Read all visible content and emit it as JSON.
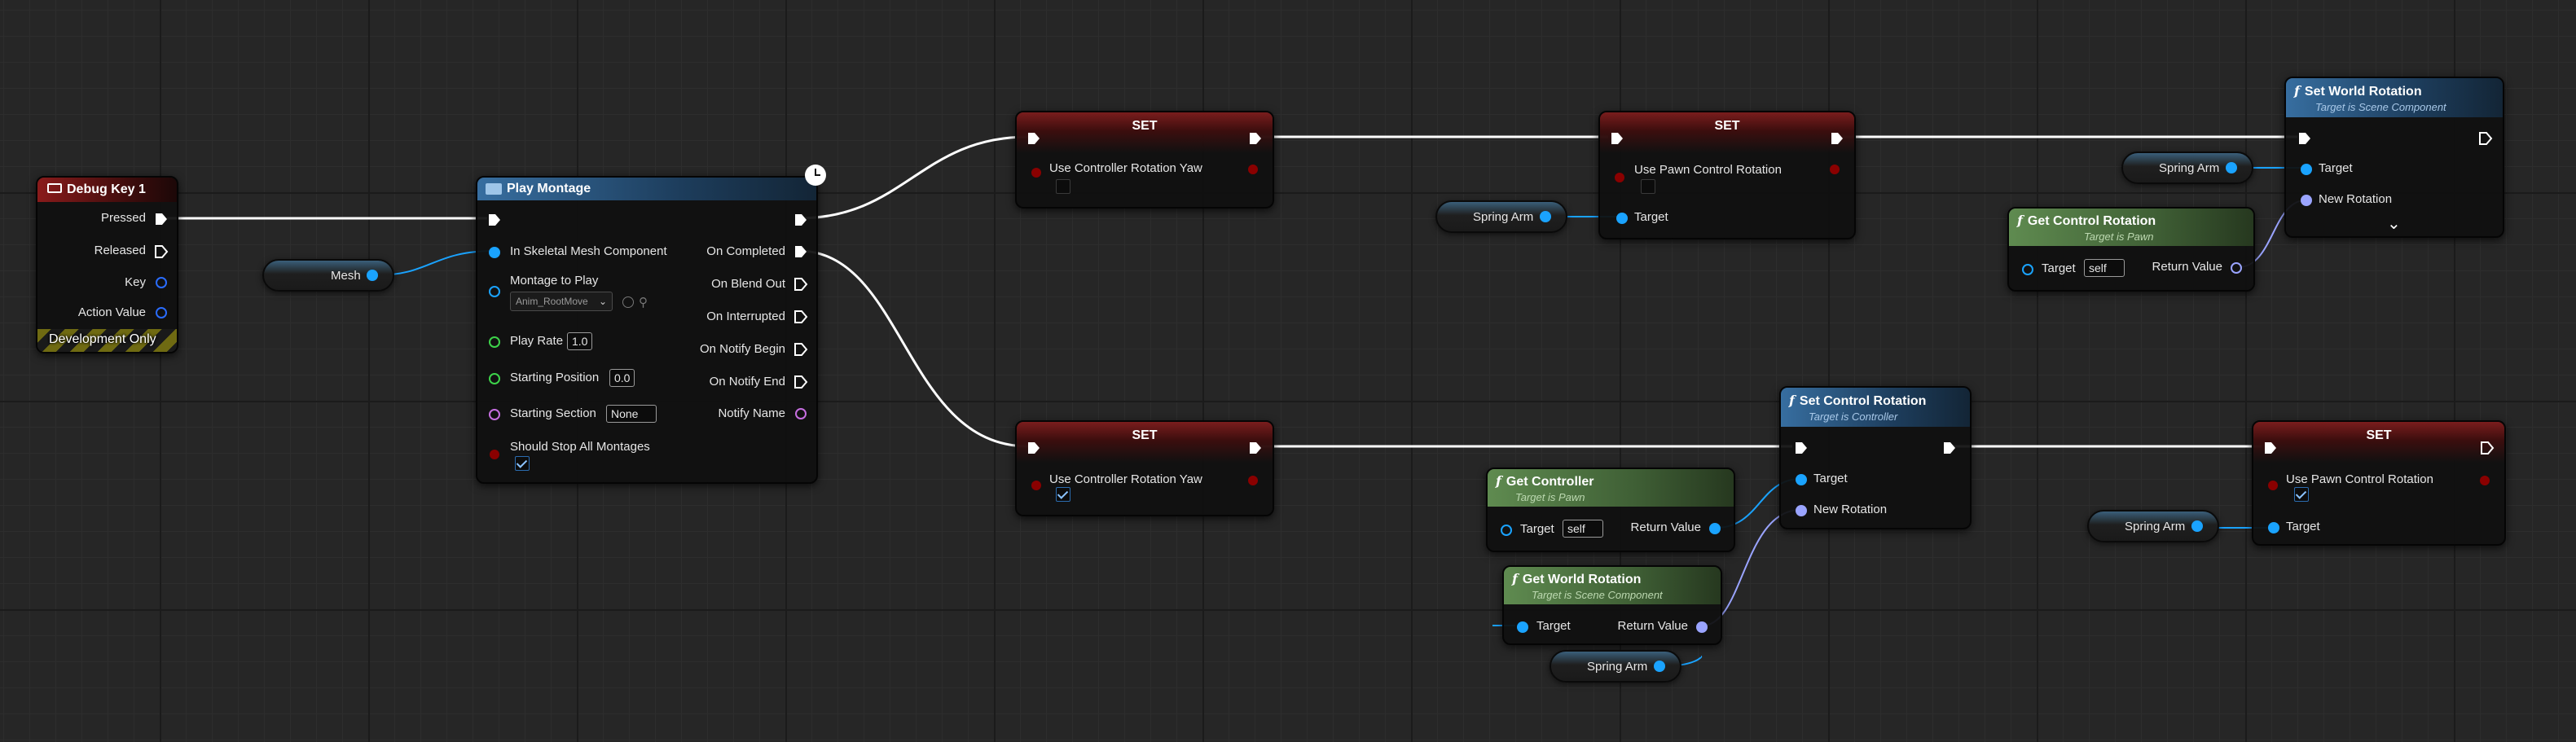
{
  "colors": {
    "exec_wire": "#ffffff",
    "object_pin": "#1aa3ff",
    "rotator_pin": "#9aa4ff",
    "bool_pin": "#8a0000",
    "float_pin": "#3dd34a",
    "name_pin": "#c66ee0",
    "event_header": "#8a1b1b",
    "function_header": "#376ea0",
    "pure_function_header": "#5f8b50"
  },
  "debug_key": {
    "title": "Debug Key 1",
    "pins": [
      "Pressed",
      "Released",
      "Key",
      "Action Value"
    ],
    "footer": "Development Only",
    "icon": "keyboard-icon"
  },
  "mesh_var": {
    "label": "Mesh"
  },
  "play_montage": {
    "title": "Play Montage",
    "inputs": {
      "skeletal_mesh": "In Skeletal Mesh Component",
      "montage_to_play": "Montage to Play",
      "montage_value": "Anim_RootMove",
      "play_rate": "Play Rate",
      "play_rate_value": "1.0",
      "starting_position": "Starting Position",
      "starting_position_value": "0.0",
      "starting_section": "Starting Section",
      "starting_section_value": "None",
      "should_stop": "Should Stop All Montages"
    },
    "outputs": [
      "On Completed",
      "On Blend Out",
      "On Interrupted",
      "On Notify Begin",
      "On Notify End",
      "Notify Name"
    ],
    "latent_icon": "clock-icon"
  },
  "set_yaw_top": {
    "title": "SET",
    "label": "Use Controller Rotation Yaw",
    "checked": false
  },
  "set_yaw_bottom": {
    "title": "SET",
    "label": "Use Controller Rotation Yaw",
    "checked": true
  },
  "set_pawn_top": {
    "title": "SET",
    "label": "Use Pawn Control Rotation",
    "target": "Target",
    "checked": false
  },
  "set_pawn_bottom": {
    "title": "SET",
    "label": "Use Pawn Control Rotation",
    "target": "Target",
    "checked": true
  },
  "spring_arm_label": "Spring Arm",
  "set_world_rotation": {
    "title": "Set World Rotation",
    "subtitle": "Target is Scene Component",
    "target": "Target",
    "new_rotation": "New Rotation"
  },
  "get_control_rotation": {
    "title": "Get Control Rotation",
    "subtitle": "Target is Pawn",
    "target": "Target",
    "self": "self",
    "return": "Return Value"
  },
  "set_control_rotation": {
    "title": "Set Control Rotation",
    "subtitle": "Target is Controller",
    "target": "Target",
    "new_rotation": "New Rotation"
  },
  "get_controller": {
    "title": "Get Controller",
    "subtitle": "Target is Pawn",
    "target": "Target",
    "self": "self",
    "return": "Return Value"
  },
  "get_world_rotation": {
    "title": "Get World Rotation",
    "subtitle": "Target is Scene Component",
    "target": "Target",
    "return": "Return Value"
  }
}
